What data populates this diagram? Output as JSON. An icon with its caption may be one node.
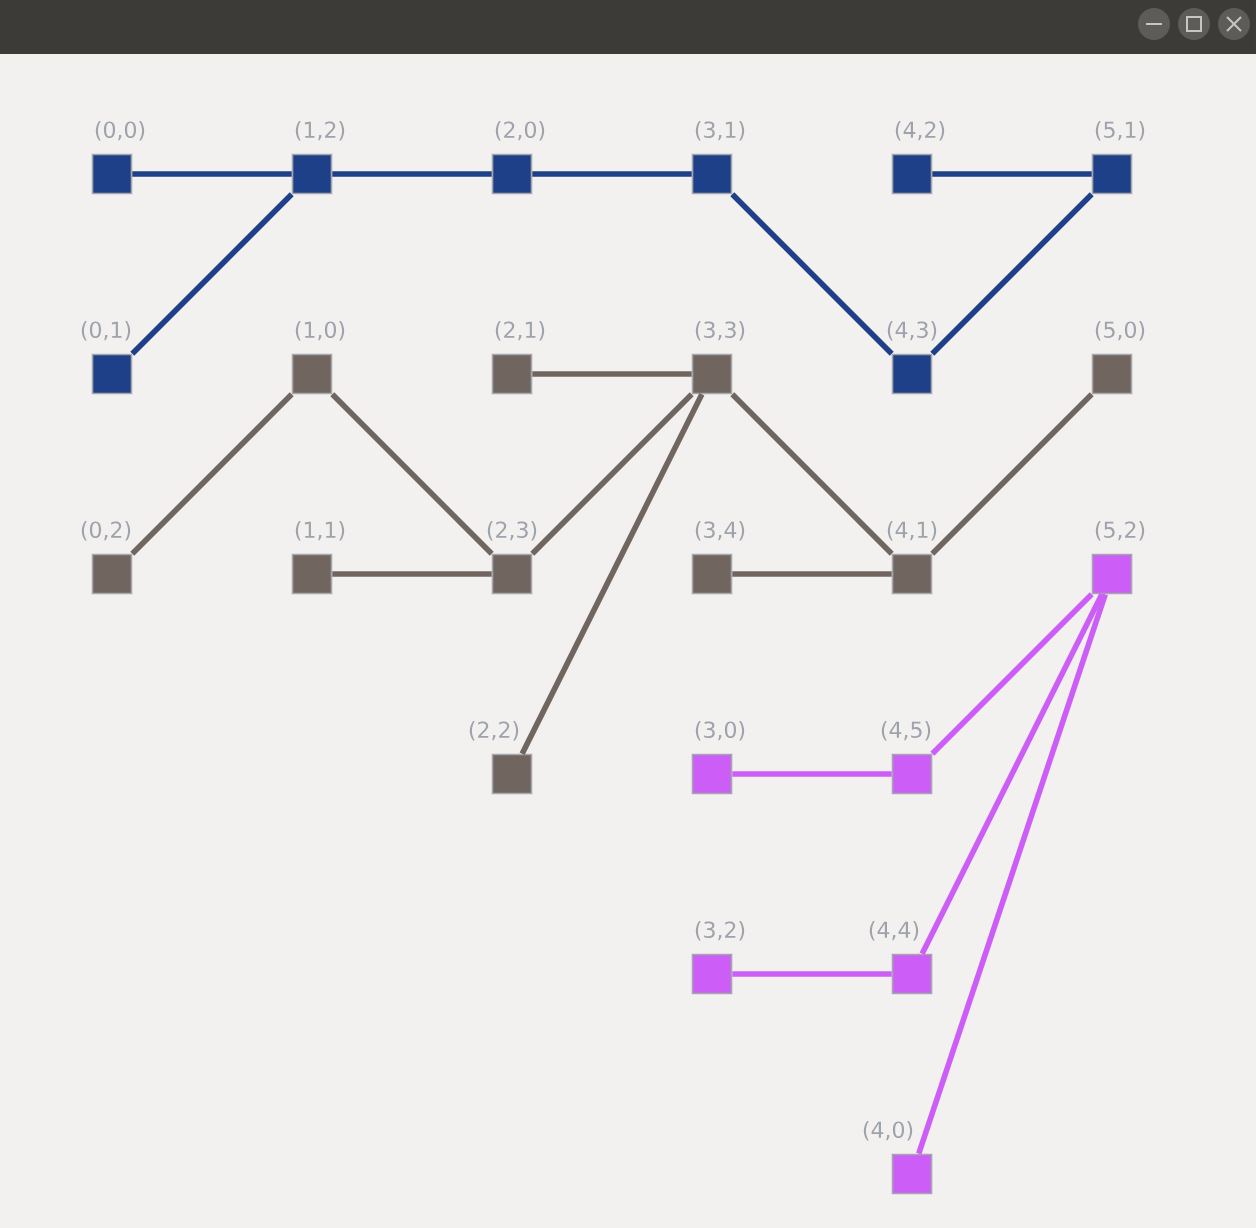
{
  "diagram": {
    "nodes": [
      {
        "text": [
          "(0,0)"
        ]
      },
      {
        "text": [
          "(1,2)"
        ]
      },
      {
        "text": [
          "(2,0)"
        ]
      },
      {
        "text": [
          "(3,1)"
        ]
      },
      {
        "text": [
          "(4,2)"
        ]
      },
      {
        "text": [
          "(5,1)"
        ]
      },
      {
        "text": [
          "(0,1)"
        ]
      },
      {
        "text": [
          "(1,0)"
        ]
      },
      {
        "text": [
          "(2,1)"
        ]
      },
      {
        "text": [
          "(3,3)"
        ]
      },
      {
        "text": [
          "(4,3)"
        ]
      },
      {
        "text": [
          "(5,0)"
        ]
      },
      {
        "text": [
          "(0,2)"
        ]
      },
      {
        "text": [
          "(1,1)"
        ]
      },
      {
        "text": [
          "(2,3)"
        ]
      },
      {
        "text": [
          "(3,4)"
        ]
      },
      {
        "text": [
          "(4,1)"
        ]
      },
      {
        "text": [
          "(5,2)"
        ]
      },
      {
        "text": [
          "(2,2)"
        ]
      },
      {
        "text": [
          "(3,0)"
        ]
      },
      {
        "text": [
          "(4,5)"
        ]
      },
      {
        "text": [
          "(3,2)"
        ]
      },
      {
        "text": [
          "(4,4)"
        ]
      },
      {
        "text": [
          "(4,0)"
        ]
      }
    ],
    "edges": [
      {
        "from": 0,
        "to": 1,
        "arrow": "none",
        "color": "#1d4088"
      },
      {
        "from": 1,
        "to": 2,
        "arrow": "none",
        "color": "#1d4088"
      },
      {
        "from": 2,
        "to": 3,
        "arrow": "none",
        "color": "#1d4088"
      },
      {
        "from": 4,
        "to": 5,
        "arrow": "none",
        "color": "#1d4088"
      },
      {
        "from": 1,
        "to": 6,
        "arrow": "none",
        "color": "#1d4088"
      },
      {
        "from": 3,
        "to": 10,
        "arrow": "none",
        "color": "#1d4088"
      },
      {
        "from": 5,
        "to": 10,
        "arrow": "none",
        "color": "#1d4088"
      },
      {
        "from": 7,
        "to": 12,
        "arrow": "none"
      },
      {
        "from": 7,
        "to": 14,
        "arrow": "none"
      },
      {
        "from": 8,
        "to": 9,
        "arrow": "none"
      },
      {
        "from": 13,
        "to": 14,
        "arrow": "none"
      },
      {
        "from": 14,
        "to": 9,
        "arrow": "none"
      },
      {
        "from": 18,
        "to": 9,
        "arrow": "none"
      },
      {
        "from": 9,
        "to": 16,
        "arrow": "none"
      },
      {
        "from": 15,
        "to": 16,
        "arrow": "none"
      },
      {
        "from": 16,
        "to": 11,
        "arrow": "none"
      },
      {
        "from": 17,
        "to": 20,
        "arrow": "none",
        "color": "#cc5ef7"
      },
      {
        "from": 19,
        "to": 20,
        "arrow": "none",
        "color": "#cc5ef7"
      },
      {
        "from": 21,
        "to": 22,
        "arrow": "none",
        "color": "#cc5ef7"
      },
      {
        "from": 17,
        "to": 22,
        "arrow": "none",
        "color": "#cc5ef7"
      },
      {
        "from": 17,
        "to": 23,
        "arrow": "none",
        "color": "#cc5ef7"
      }
    ]
  }
}
